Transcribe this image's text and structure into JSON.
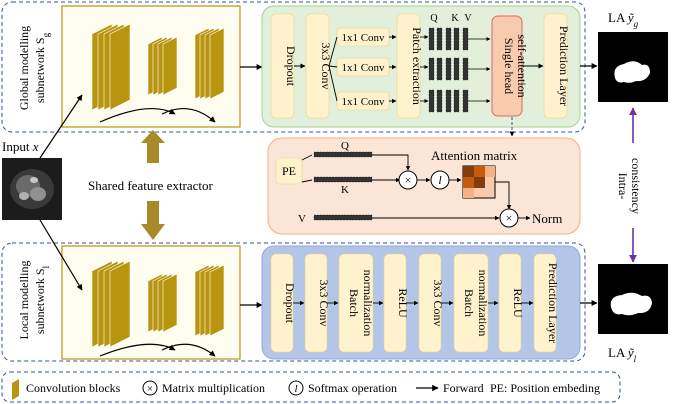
{
  "global_subnet": {
    "label_line1": "Global modelling",
    "label_line2": "subnetwork S",
    "label_sub": "g",
    "modules": {
      "dropout": "Dropout",
      "conv3": "3x3 Conv",
      "conv1": "1x1 Conv",
      "patch": "Patch extraction",
      "q": "Q",
      "k": "K",
      "v": "V",
      "attn_line1": "Single head",
      "attn_line2": "self-attention",
      "pred": "Prediction Layer"
    },
    "output_label": "LA",
    "output_symbol": "ỹ",
    "output_sub": "g"
  },
  "local_subnet": {
    "label_line1": "Local modelling",
    "label_line2": "subnetwork S",
    "label_sub": "l",
    "modules": {
      "dropout": "Dropout",
      "conv3a": "3x3 Conv",
      "bn_a_line1": "Batch",
      "bn_a_line2": "normalization",
      "relu_a": "ReLU",
      "conv3b": "3x3 Conv",
      "bn_b_line1": "Batch",
      "bn_b_line2": "normalization",
      "relu_b": "ReLU",
      "pred": "Prediction Layer"
    },
    "output_label": "LA",
    "output_symbol": "ỹ",
    "output_sub": "l"
  },
  "input": {
    "label": "Input",
    "symbol": "x"
  },
  "shared": {
    "label": "Shared feature extractor"
  },
  "attention": {
    "pe": "PE",
    "q": "Q",
    "k": "K",
    "v": "V",
    "title": "Attention matrix",
    "norm": "Norm"
  },
  "consistency": {
    "line1": "Intra-",
    "line2": "consistency"
  },
  "legend": {
    "conv_blocks": "Convolution blocks",
    "matmul": "Matrix multiplication",
    "softmax": "Softmax operation",
    "forward": "Forward",
    "pe": "PE: Position embeding"
  },
  "colors": {
    "conv_block": "#b8950f",
    "panel_green": "#e2efda",
    "panel_blue": "#b4c6e7",
    "panel_peach": "#fbe5d6",
    "module_fill": "#fff2cc",
    "attn_fill": "#f8cbad",
    "consistency_arrow": "#7030a0",
    "dashed_border": "#2f5597"
  }
}
